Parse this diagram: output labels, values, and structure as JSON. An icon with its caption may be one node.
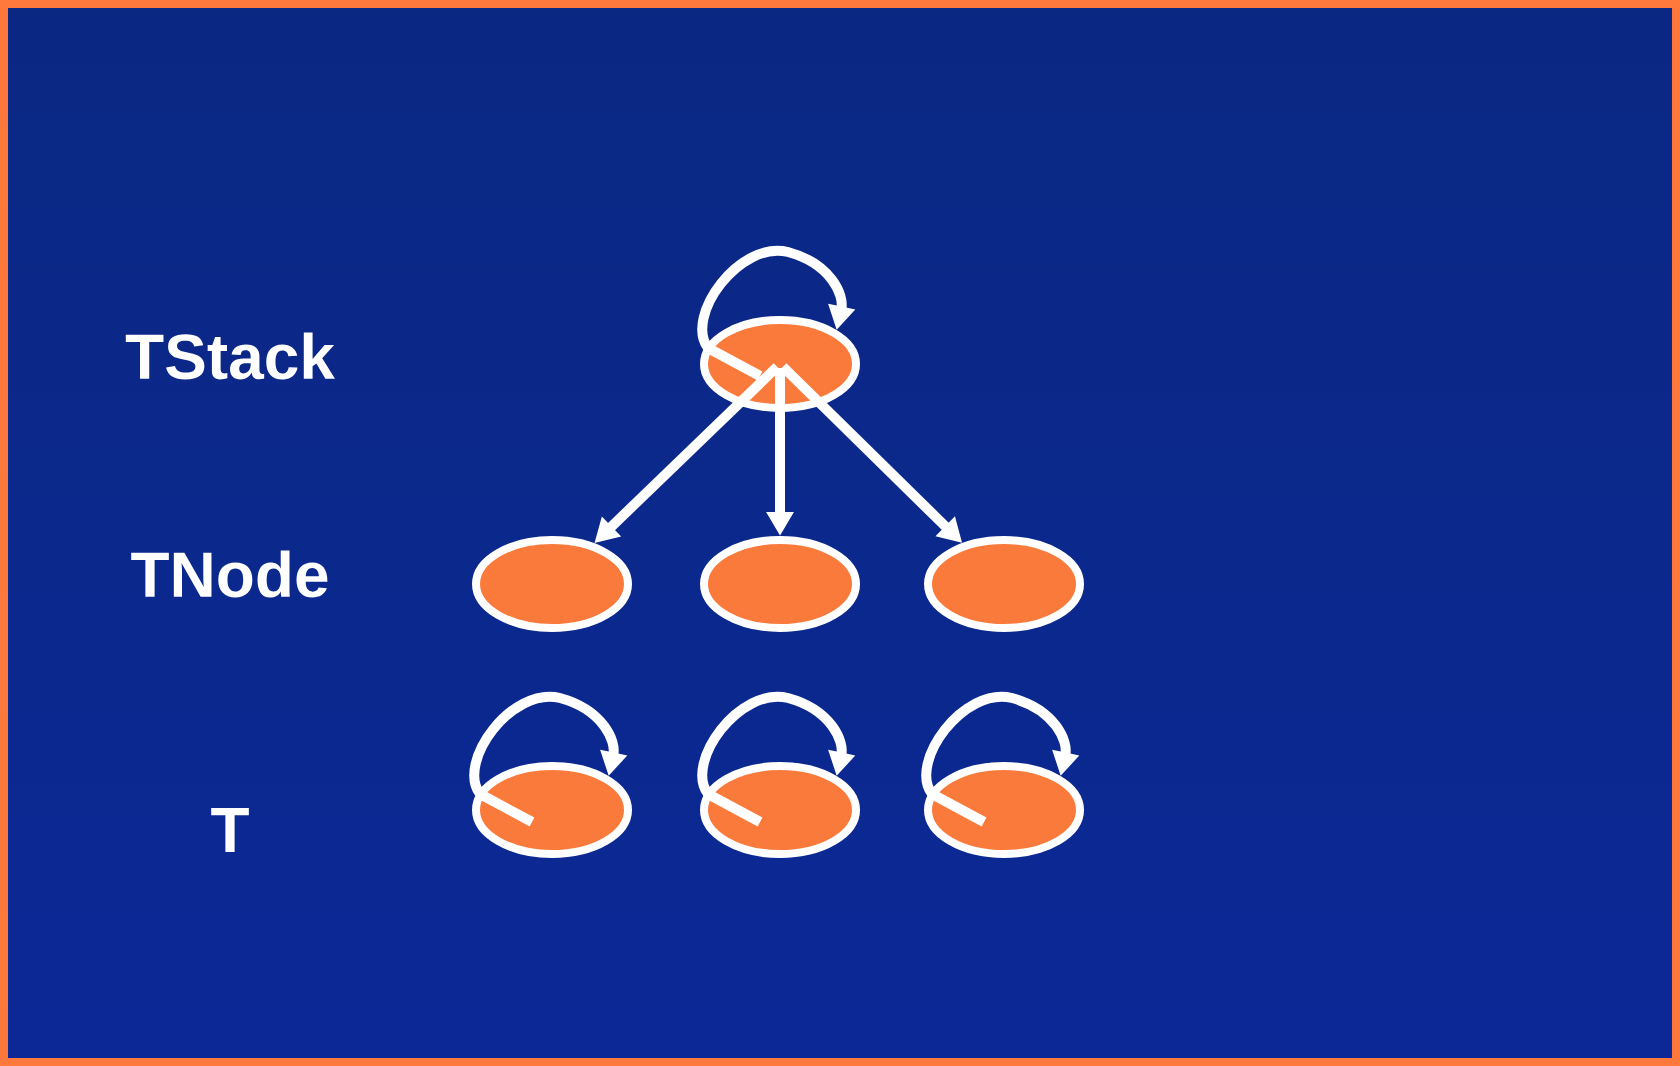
{
  "diagram": {
    "nodes": [
      {
        "text": [],
        "shape": "circle"
      },
      {
        "text": [],
        "shape": "circle"
      },
      {
        "text": [],
        "shape": "circle"
      },
      {
        "text": [],
        "shape": "circle"
      },
      {
        "text": [],
        "shape": "circle"
      },
      {
        "text": [],
        "shape": "circle"
      },
      {
        "text": [],
        "shape": "circle"
      }
    ],
    "edges": [
      {
        "from": 0,
        "to": 0,
        "arrow": "to"
      },
      {
        "from": 0,
        "to": 1,
        "arrow": "to"
      },
      {
        "from": 0,
        "to": 2,
        "arrow": "to"
      },
      {
        "from": 0,
        "to": 3,
        "arrow": "to"
      },
      {
        "from": 4,
        "to": 4,
        "arrow": "to"
      },
      {
        "from": 5,
        "to": 5,
        "arrow": "to"
      },
      {
        "from": 6,
        "to": 6,
        "arrow": "to"
      }
    ],
    "labels": [
      "TStack",
      "TNode",
      "T"
    ]
  }
}
